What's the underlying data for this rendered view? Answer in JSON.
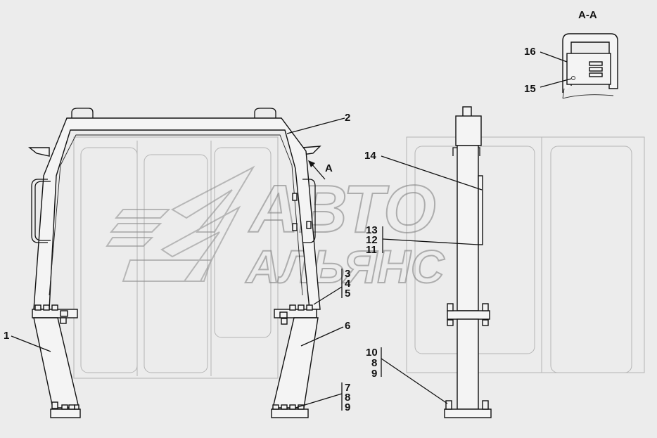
{
  "section_label": "A-A",
  "view_arrow_label": "A",
  "watermark": {
    "line1": "АВТО",
    "line2": "АЛЬЯНС"
  },
  "callouts": {
    "c1": "1",
    "c2": "2",
    "c3": "3",
    "c4": "4",
    "c5": "5",
    "c6": "6",
    "c7": "7",
    "c8": "8",
    "c9": "9",
    "c10": "10",
    "c8b": "8",
    "c9b": "9",
    "c11": "11",
    "c12": "12",
    "c13": "13",
    "c14": "14",
    "c15": "15",
    "c16": "16"
  }
}
